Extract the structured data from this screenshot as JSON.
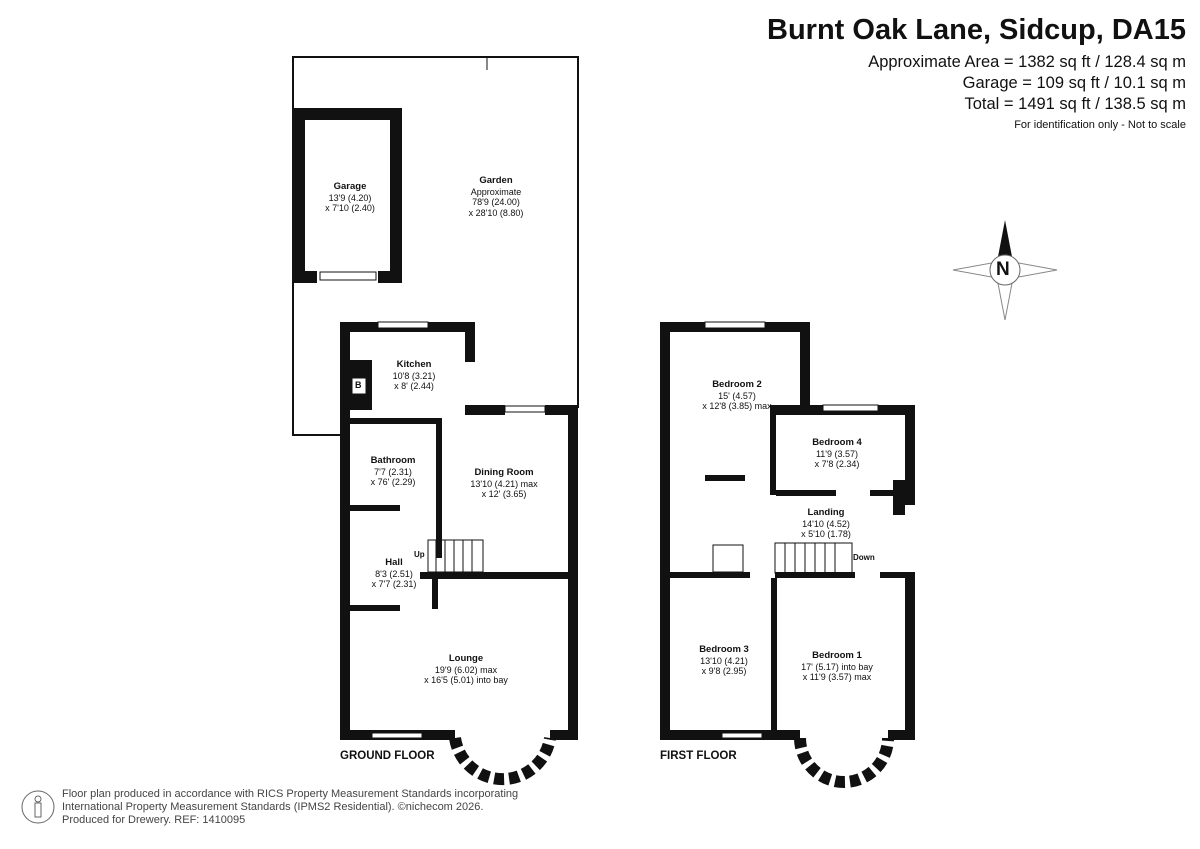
{
  "header": {
    "title": "Burnt Oak Lane, Sidcup, DA15",
    "approx_area": "Approximate Area = 1382 sq ft / 128.4 sq m",
    "garage_area": "Garage = 109 sq ft / 10.1 sq m",
    "total_area": "Total = 1491 sq ft / 138.5 sq m",
    "note": "For identification only - Not to scale"
  },
  "compass": {
    "label": "N"
  },
  "ground_floor": {
    "label": "GROUND FLOOR",
    "rooms": [
      {
        "name": "Garage",
        "dims": [
          "13'9 (4.20)",
          "x 7'10 (2.40)"
        ]
      },
      {
        "name": "Garden",
        "dims": [
          "Approximate",
          "78'9 (24.00)",
          "x 28'10 (8.80)"
        ]
      },
      {
        "name": "Kitchen",
        "dims": [
          "10'8 (3.21)",
          "x 8' (2.44)"
        ]
      },
      {
        "name": "Bathroom",
        "dims": [
          "7'7 (2.31)",
          "x 76' (2.29)"
        ]
      },
      {
        "name": "Dining Room",
        "dims": [
          "13'10 (4.21) max",
          "x 12' (3.65)"
        ]
      },
      {
        "name": "Hall",
        "dims": [
          "8'3 (2.51)",
          "x 7'7 (2.31)"
        ]
      },
      {
        "name": "Lounge",
        "dims": [
          "19'9 (6.02) max",
          "x 16'5 (5.01) into bay"
        ]
      }
    ],
    "boiler": "B",
    "stairs": "Up"
  },
  "first_floor": {
    "label": "FIRST FLOOR",
    "rooms": [
      {
        "name": "Bedroom 2",
        "dims": [
          "15' (4.57)",
          "x 12'8 (3.85) max"
        ]
      },
      {
        "name": "Bedroom 4",
        "dims": [
          "11'9 (3.57)",
          "x 7'8 (2.34)"
        ]
      },
      {
        "name": "Landing",
        "dims": [
          "14'10 (4.52)",
          "x 5'10 (1.78)"
        ]
      },
      {
        "name": "Bedroom 3",
        "dims": [
          "13'10 (4.21)",
          "x 9'8 (2.95)"
        ]
      },
      {
        "name": "Bedroom 1",
        "dims": [
          "17' (5.17) into bay",
          "x 11'9 (3.57) max"
        ]
      }
    ],
    "stairs": "Down"
  },
  "footer": {
    "line1": "Floor plan produced in accordance with RICS Property Measurement Standards incorporating",
    "line2": "International Property Measurement Standards (IPMS2 Residential).   ©nichecom 2026.",
    "line3": "Produced for Drewery.   REF: 1410095"
  }
}
